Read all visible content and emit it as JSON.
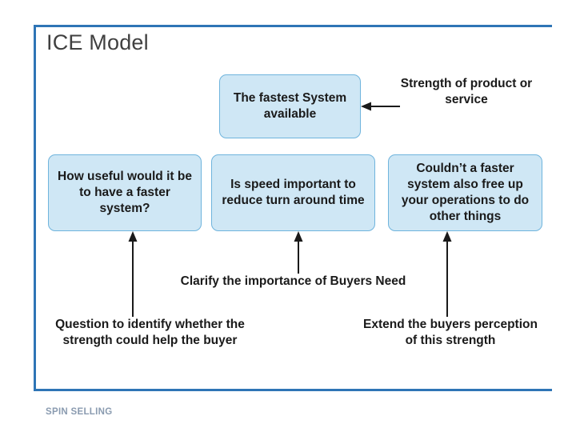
{
  "slide": {
    "title": "ICE Model",
    "footer": "SPIN SELLING",
    "accent_color": "#2e75b6",
    "box_fill": "#cfe7f5",
    "box_border": "#6fb4dd",
    "connector_color": "#1a1a1a"
  },
  "boxes": [
    {
      "id": "fastest",
      "text": "The fastest System available"
    },
    {
      "id": "useful",
      "text": "How useful would it be to have a faster system?"
    },
    {
      "id": "speed",
      "text": "Is speed important to reduce turn around time"
    },
    {
      "id": "couldnt",
      "text": "Couldn’t a faster system also free up your operations to do other things"
    }
  ],
  "texts": [
    {
      "id": "strength",
      "text": "Strength of product or service"
    },
    {
      "id": "clarify",
      "text": "Clarify the importance of Buyers Need"
    },
    {
      "id": "question",
      "text": "Question to identify whether the strength could help the buyer"
    },
    {
      "id": "extend",
      "text": "Extend the buyers perception of this strength"
    }
  ]
}
